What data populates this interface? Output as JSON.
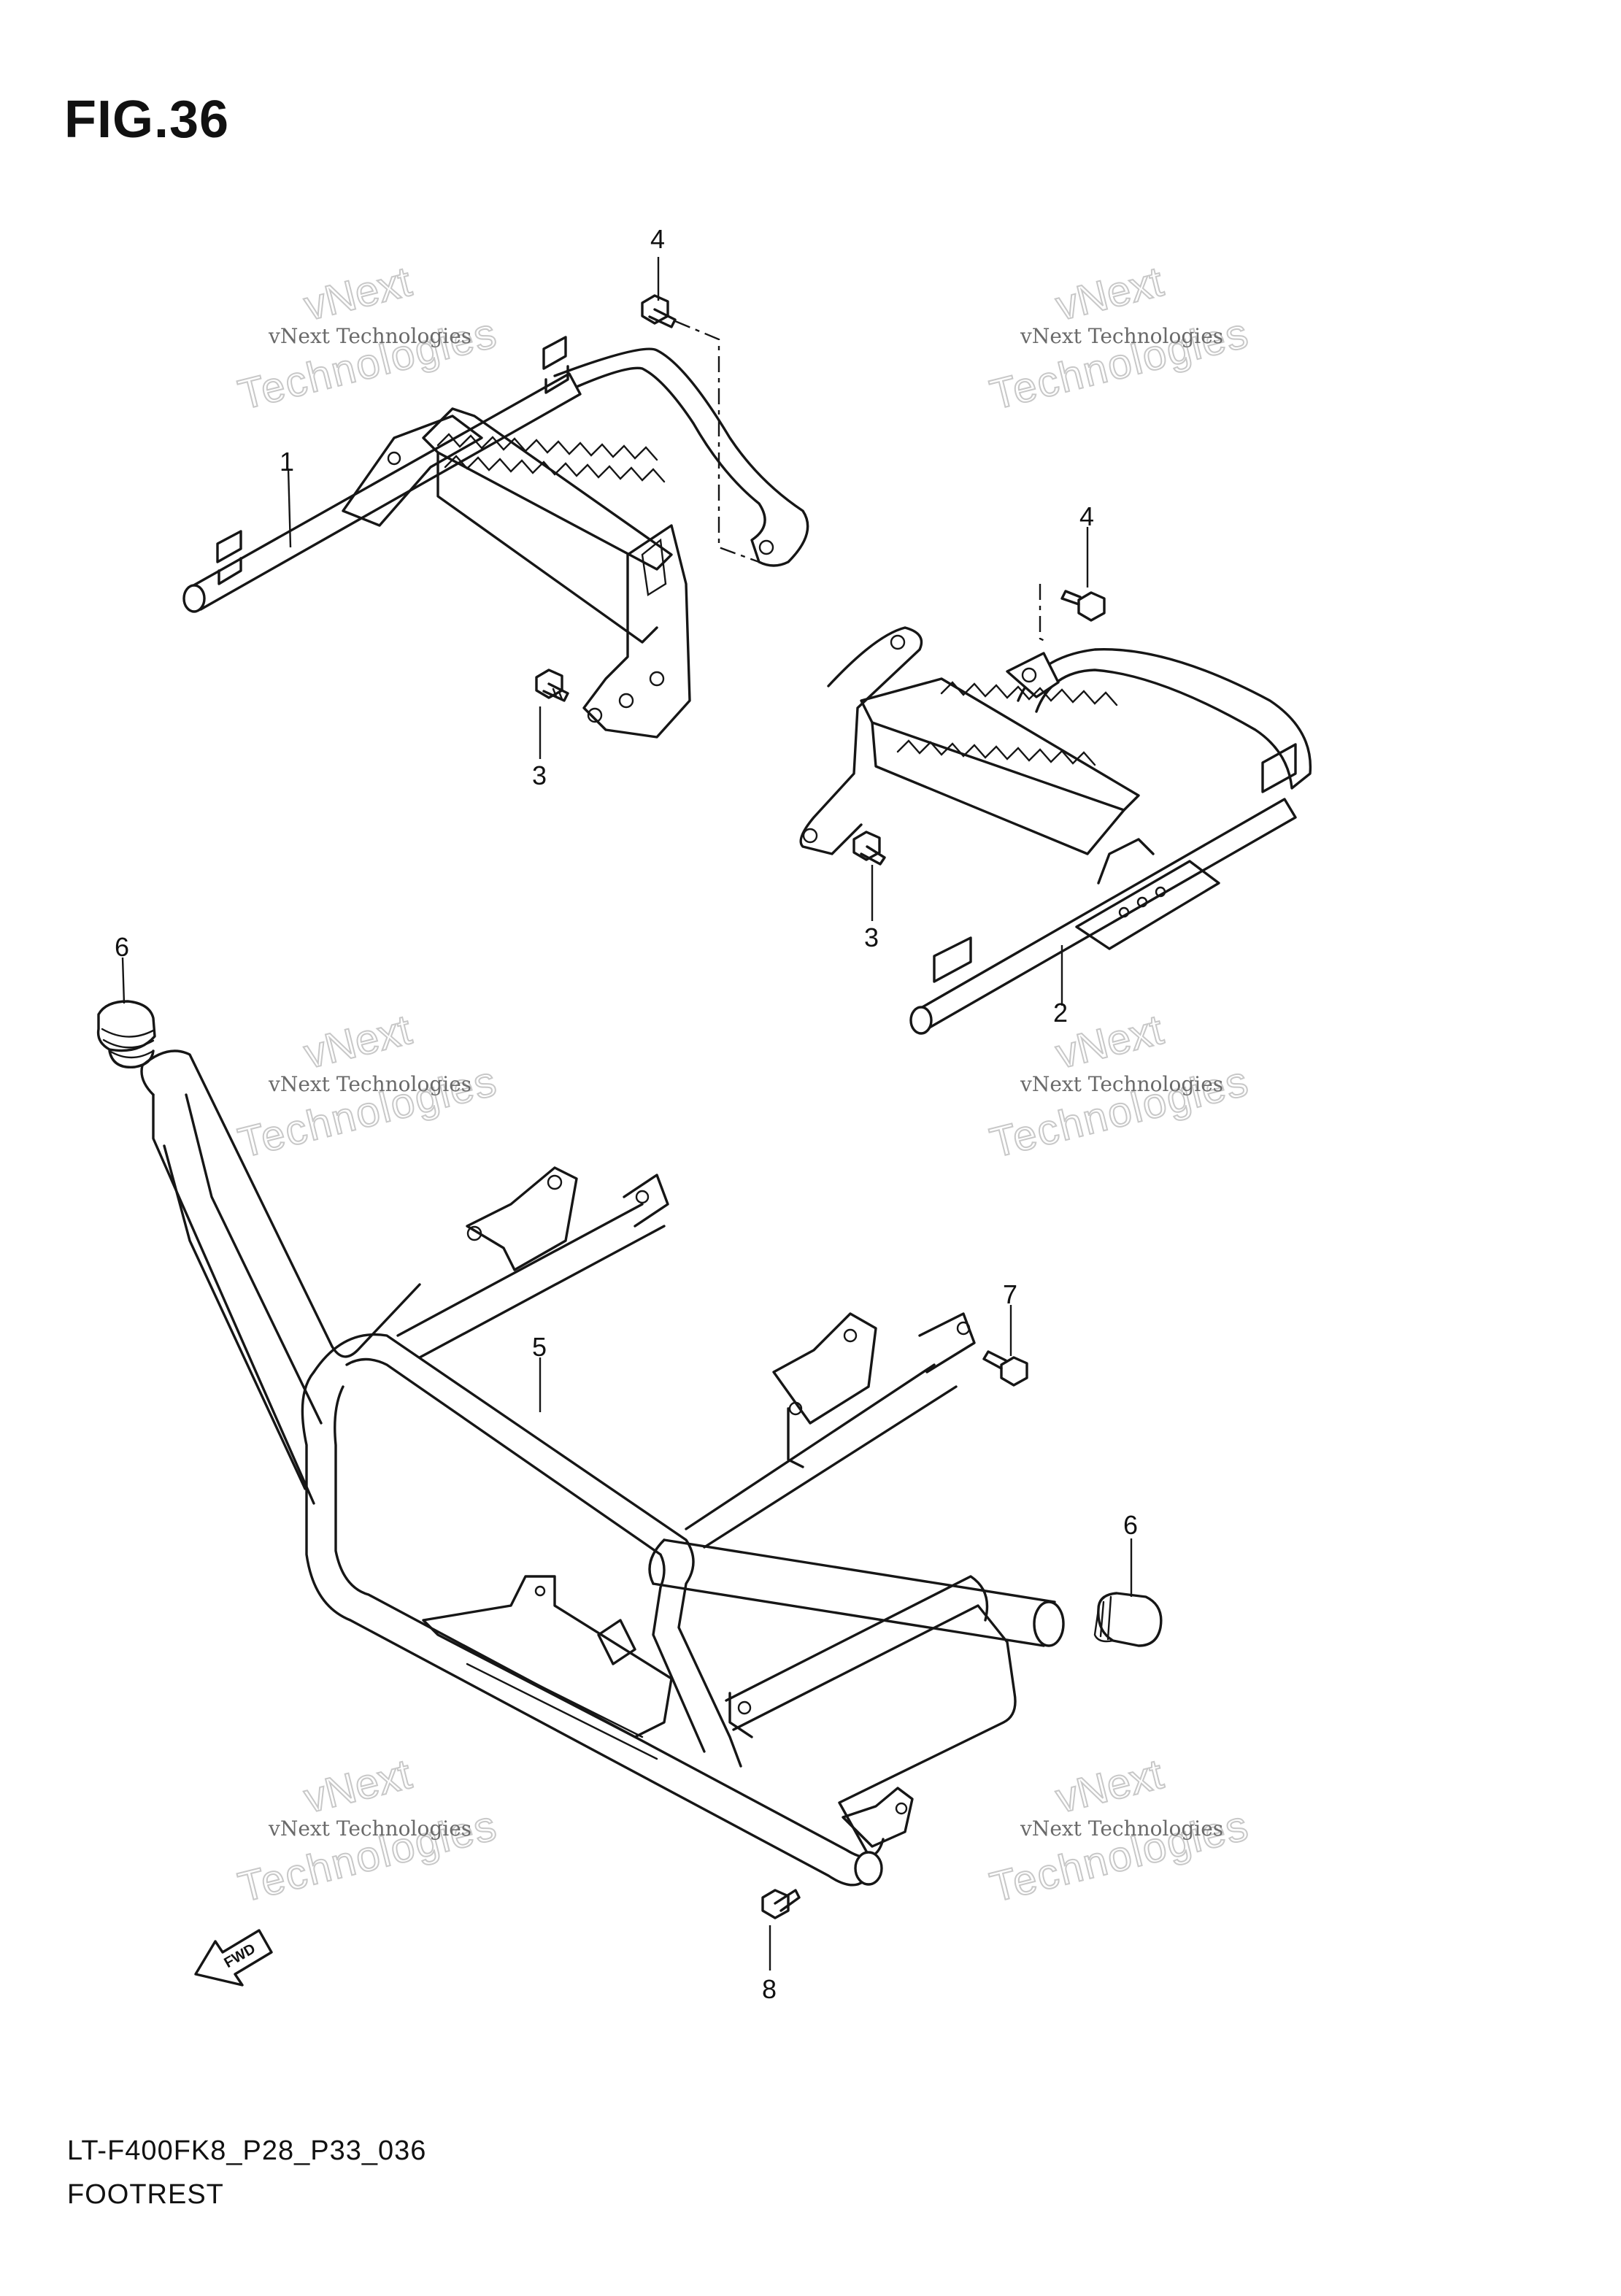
{
  "figure": {
    "title": "FIG.36",
    "model_code": "LT-F400FK8_P28_P33_036",
    "section_name": "FOOTREST"
  },
  "callouts": [
    "1",
    "2",
    "3",
    "3",
    "4",
    "4",
    "5",
    "6",
    "6",
    "7",
    "8"
  ],
  "watermark": {
    "text": "vNext Technologies",
    "word_a": "vNext",
    "word_b": "Technologies"
  },
  "fwd_label": "FWD"
}
